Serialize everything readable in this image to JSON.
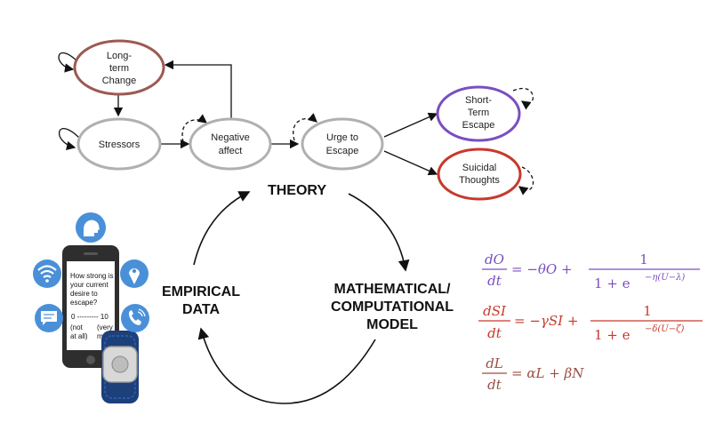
{
  "diagram": {
    "nodes": {
      "longterm": [
        "Long-",
        "term",
        "Change"
      ],
      "stressors": [
        "Stressors"
      ],
      "negative": [
        "Negative",
        "affect"
      ],
      "urge": [
        "Urge to",
        "Escape"
      ],
      "shortterm": [
        "Short-",
        "Term",
        "Escape"
      ],
      "suicidal": [
        "Suicidal",
        "Thoughts"
      ]
    },
    "cycle": {
      "theory": "THEORY",
      "model": [
        "MATHEMATICAL/",
        "COMPUTATIONAL",
        "MODEL"
      ],
      "empirical": [
        "EMPIRICAL",
        "DATA"
      ]
    },
    "phone": {
      "question": [
        "How strong is",
        "your current",
        "desire to",
        "escape?"
      ],
      "scale": "0 --------- 10",
      "low": [
        "(not",
        "at all)"
      ],
      "high": [
        "(very",
        "much)"
      ]
    },
    "icons": [
      "head-icon",
      "wifi-icon",
      "location-icon",
      "chat-icon",
      "phone-call-icon"
    ],
    "equations": {
      "eq1": {
        "color": "#7a4fc0",
        "num": "dO",
        "den": "dt",
        "rhs1": "= −θO +",
        "fnum": "1",
        "fden": "1 + e",
        "exp": "−η(U−λ)"
      },
      "eq2": {
        "color": "#c8392b",
        "num": "dSI",
        "den": "dt",
        "rhs1": "= −γSI +",
        "fnum": "1",
        "fden": "1 + e",
        "exp": "−δ(U−ζ)"
      },
      "eq3": {
        "color": "#9b4e45",
        "num": "dL",
        "den": "dt",
        "rhs1": "= αL + βN"
      }
    },
    "colors": {
      "node_gray": "#b0b0b0",
      "longterm_border": "#9b5a52",
      "shortterm_border": "#7a4fc0",
      "suicidal_border": "#c8392b",
      "icon_blue": "#4a90d9"
    }
  }
}
